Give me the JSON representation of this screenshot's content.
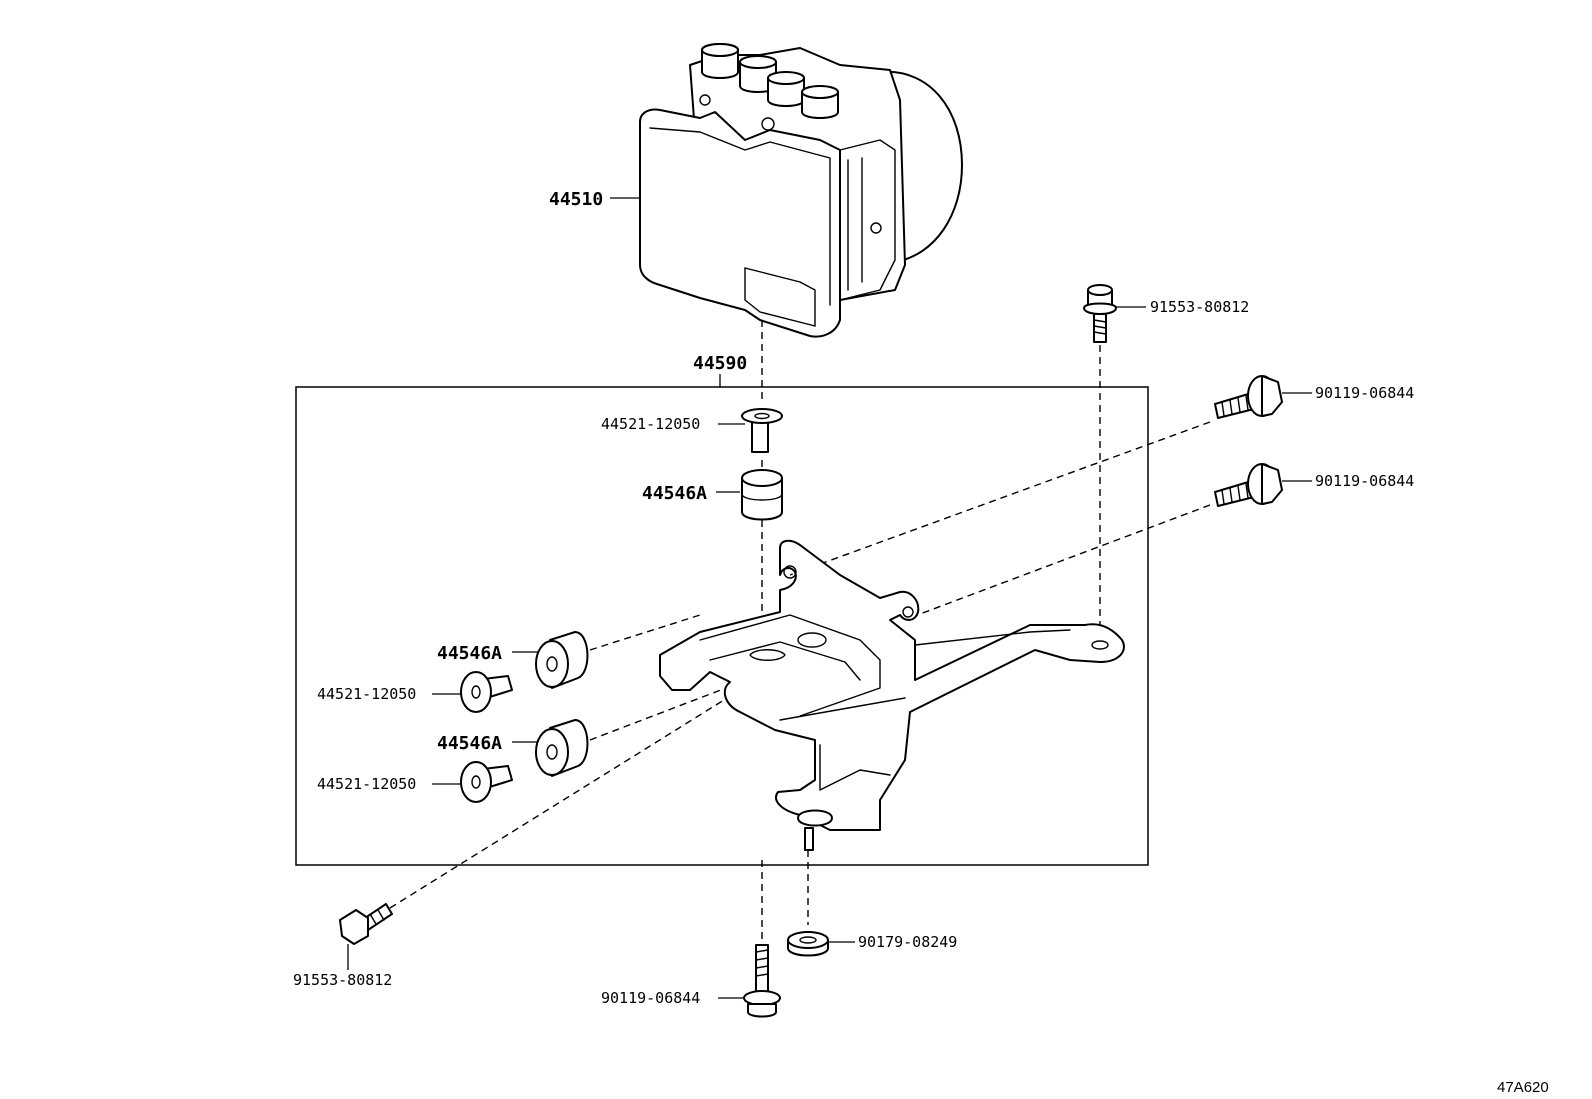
{
  "labels": {
    "abs_actuator": "44510",
    "bracket_assy": "44590",
    "collar_top": "44521-12050",
    "cushion_top": "44546A",
    "cushion_left_upper": "44546A",
    "collar_left_upper": "44521-12050",
    "cushion_left_lower": "44546A",
    "collar_left_lower": "44521-12050",
    "bolt_top_right": "91553-80812",
    "bolt_right_upper": "90119-06844",
    "bolt_right_lower": "90119-06844",
    "bolt_bottom_left": "91553-80812",
    "nut_bottom": "90179-08249",
    "bolt_bottom_center": "90119-06844"
  },
  "reference_code": "47A620"
}
